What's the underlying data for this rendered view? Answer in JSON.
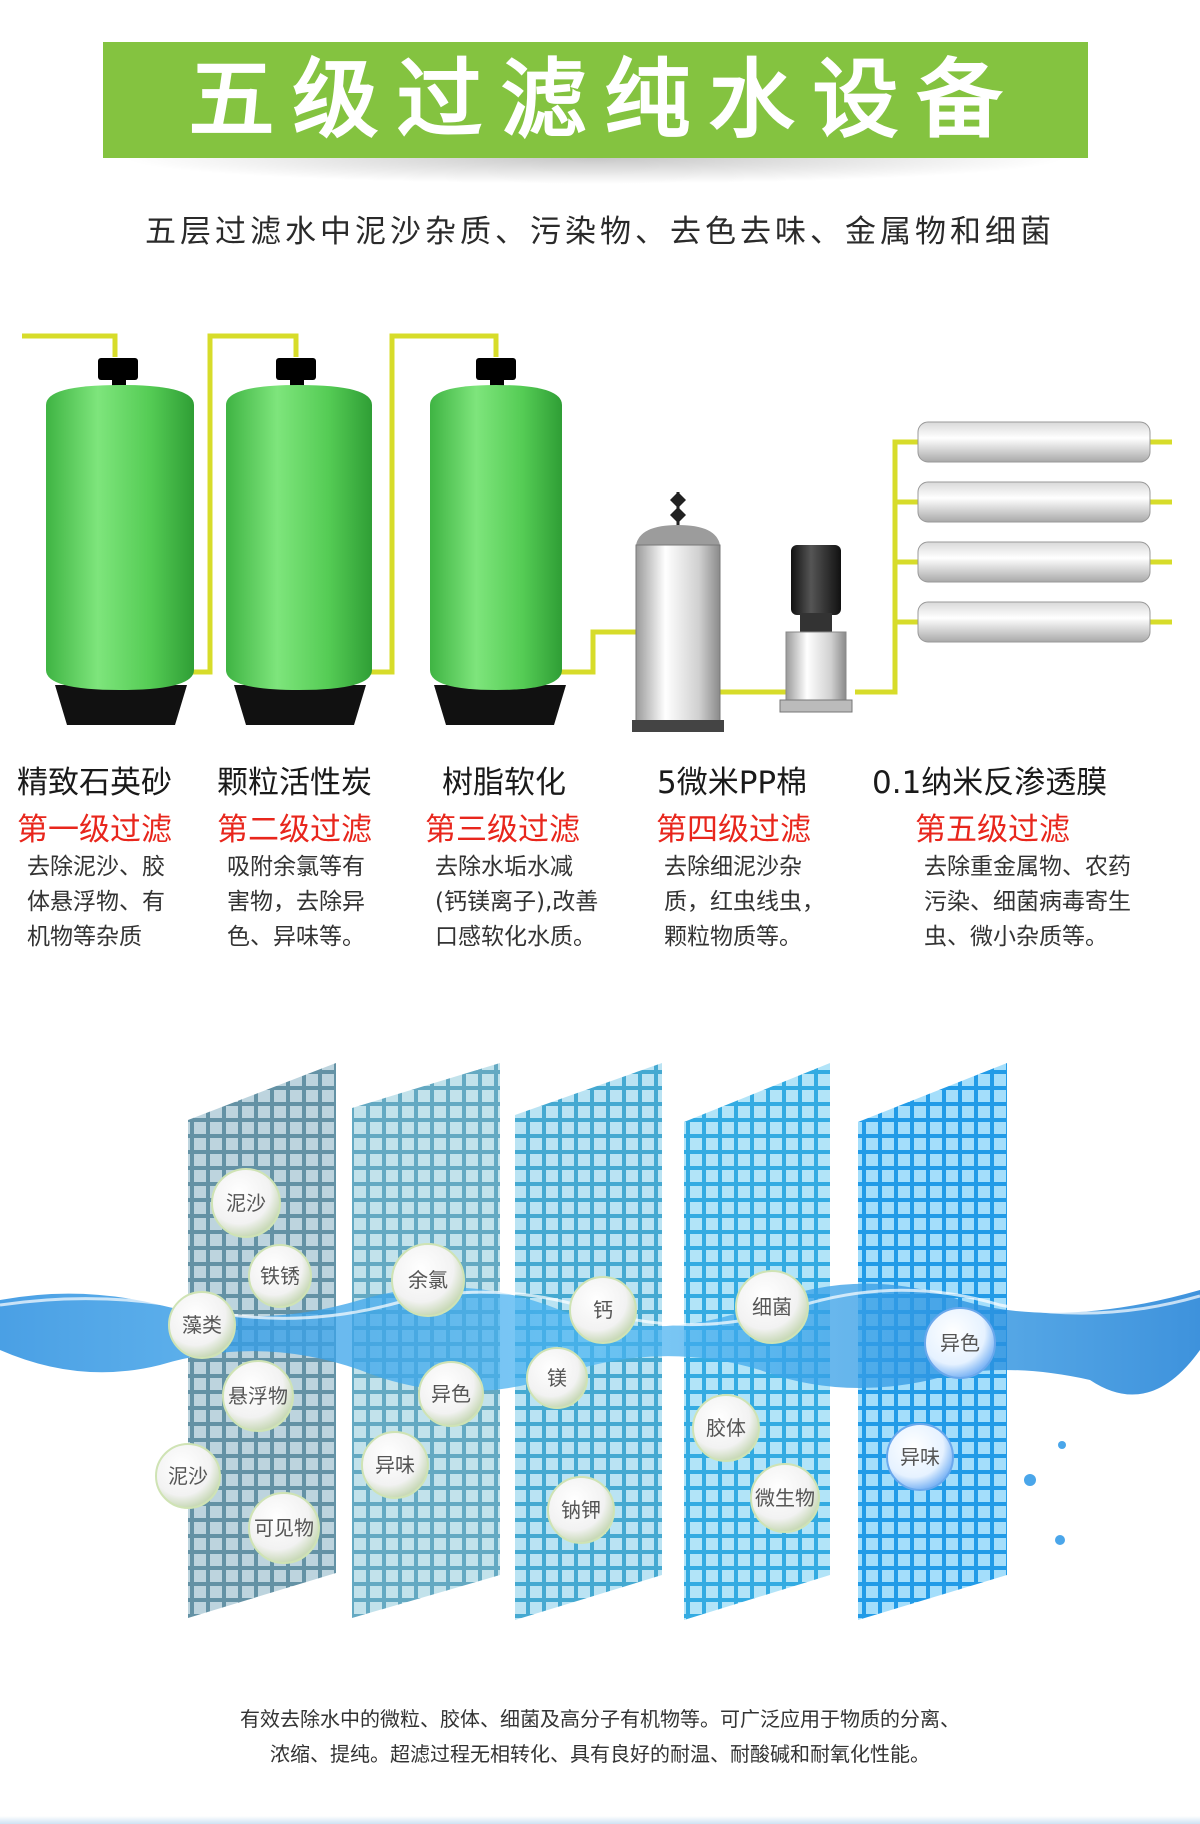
{
  "header": {
    "title": "五级过滤纯水设备",
    "subtitle": "五层过滤水中泥沙杂质、污染物、去色去味、金属物和细菌"
  },
  "colors": {
    "banner_green": "#84c340",
    "tank_green": "#5ed160",
    "pipe_yellow": "#d7dc2a",
    "level_red": "#e8261c"
  },
  "stages": [
    {
      "name": "精致石英砂",
      "level": "第一级过滤",
      "desc": [
        "去除泥沙、胶",
        "体悬浮物、有",
        "机物等杂质"
      ]
    },
    {
      "name": "颗粒活性炭",
      "level": "第二级过滤",
      "desc": [
        "吸附余氯等有",
        "害物，去除异",
        "色、异味等。"
      ]
    },
    {
      "name": "树脂软化",
      "level": "第三级过滤",
      "desc": [
        "去除水垢水减",
        "(钙镁离子),改善",
        "口感软化水质。"
      ]
    },
    {
      "name": "5微米PP棉",
      "level": "第四级过滤",
      "desc": [
        "去除细泥沙杂",
        "质，红虫线虫，",
        "颗粒物质等。"
      ]
    },
    {
      "name": "0.1纳米反渗透膜",
      "level": "第五级过滤",
      "desc": [
        "去除重金属物、农药",
        "污染、细菌病毒寄生",
        "虫、微小杂质等。"
      ]
    }
  ],
  "bubbles": [
    "泥沙",
    "铁锈",
    "藻类",
    "悬浮物",
    "泥沙",
    "可见物",
    "余氯",
    "异色",
    "异味",
    "钙",
    "镁",
    "钠钾",
    "细菌",
    "胶体",
    "微生物",
    "异色",
    "异味"
  ],
  "footer": {
    "line1": "有效去除水中的微粒、胶体、细菌及高分子有机物等。可广泛应用于物质的分离、",
    "line2": "浓缩、提纯。超滤过程无相转化、具有良好的耐温、耐酸碱和耐氧化性能。"
  }
}
